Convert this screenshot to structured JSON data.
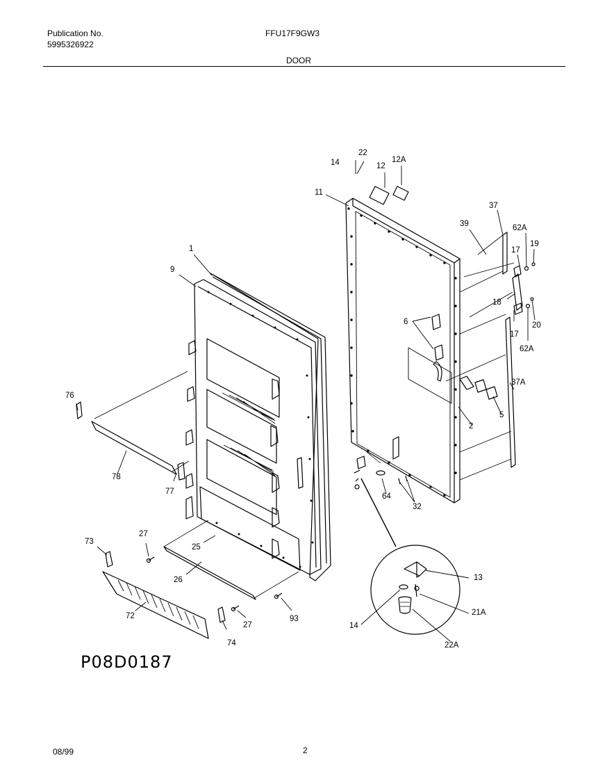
{
  "header": {
    "publication_label": "Publication No.",
    "publication_number": "5995326922",
    "model_number": "FFU17F9GW3",
    "section_title": "DOOR"
  },
  "callouts": {
    "p1": "1",
    "p9": "9",
    "p76": "76",
    "p78": "78",
    "p77": "77",
    "p27a": "27",
    "p25": "25",
    "p26": "26",
    "p73": "73",
    "p72": "72",
    "p74": "74",
    "p27b": "27",
    "p93": "93",
    "p14a": "14",
    "p22": "22",
    "p12": "12",
    "p12A": "12A",
    "p11": "11",
    "p37": "37",
    "p39": "39",
    "p62Aa": "62A",
    "p17a": "17",
    "p19": "19",
    "p18": "18",
    "p17b": "17",
    "p20": "20",
    "p62Ab": "62A",
    "p6": "6",
    "p37A": "37A",
    "p5": "5",
    "p2": "2",
    "p64": "64",
    "p32": "32",
    "p13": "13",
    "p14b": "14",
    "p21A": "21A",
    "p22A": "22A"
  },
  "drawing_id": "P08D0187",
  "footer": {
    "date": "08/99",
    "page_number": "2"
  }
}
